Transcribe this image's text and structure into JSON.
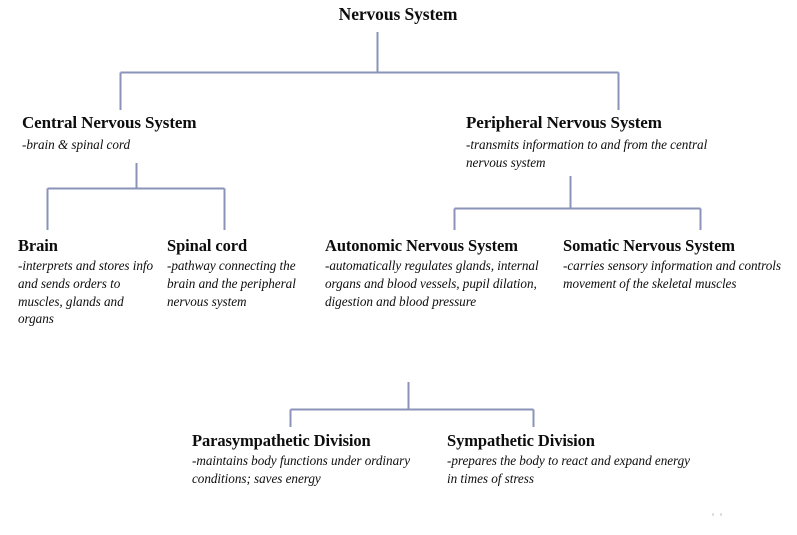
{
  "diagram": {
    "title": "Nervous System",
    "type": "hierarchy-tree",
    "line_color": "#8b93b8",
    "text_color": "#0d0d0d",
    "background_color": "#ffffff"
  },
  "nodes": {
    "root": {
      "title": "Nervous System",
      "desc": ""
    },
    "cns": {
      "title": "Central Nervous System",
      "desc": "-brain & spinal cord"
    },
    "pns": {
      "title": "Peripheral Nervous System",
      "desc": "-transmits information to and from the central nervous system"
    },
    "brain": {
      "title": "Brain",
      "desc": "-interprets and stores info and sends orders to muscles, glands and organs"
    },
    "spinal_cord": {
      "title": "Spinal cord",
      "desc": "-pathway connecting the brain and the peripheral nervous system"
    },
    "autonomic": {
      "title": "Autonomic Nervous System",
      "desc": "-automatically regulates glands, internal organs and blood vessels, pupil dilation, digestion and blood pressure"
    },
    "somatic": {
      "title": "Somatic Nervous System",
      "desc": "-carries sensory information and controls movement of the skeletal muscles"
    },
    "parasympathetic": {
      "title": "Parasympathetic Division",
      "desc": "-maintains body functions under ordinary conditions; saves energy"
    },
    "sympathetic": {
      "title": "Sympathetic Division",
      "desc": "-prepares the body to react and expand energy in times of stress"
    }
  },
  "edges": [
    {
      "from": "root",
      "to": "cns"
    },
    {
      "from": "root",
      "to": "pns"
    },
    {
      "from": "cns",
      "to": "brain"
    },
    {
      "from": "cns",
      "to": "spinal_cord"
    },
    {
      "from": "pns",
      "to": "autonomic"
    },
    {
      "from": "pns",
      "to": "somatic"
    },
    {
      "from": "autonomic",
      "to": "parasympathetic"
    },
    {
      "from": "autonomic",
      "to": "sympathetic"
    }
  ]
}
